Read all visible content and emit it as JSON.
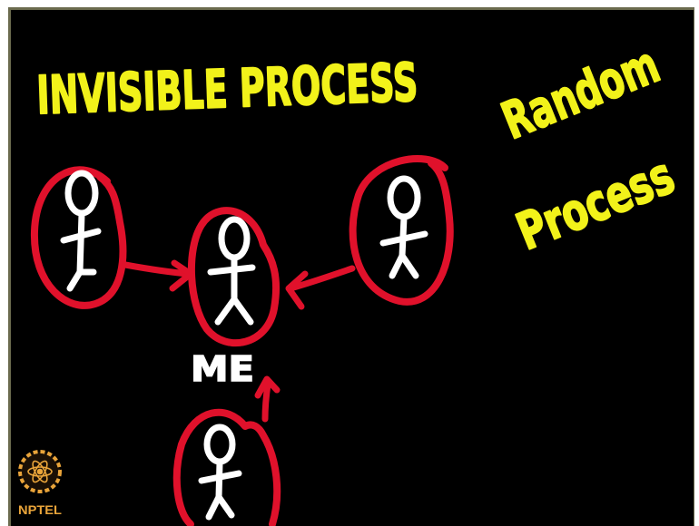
{
  "board": {
    "title_left": "INVISIBLE PROCESS",
    "title_right_line1": "Random",
    "title_right_line2": "Process",
    "center_label": "ME",
    "logo_text": "NPTEL",
    "colors": {
      "background": "#000000",
      "frame": "#6b6b4e",
      "chalk_yellow": "#f2f21a",
      "chalk_red": "#e0112b",
      "chalk_white": "#ffffff",
      "logo_orange": "#e9a43a"
    }
  }
}
